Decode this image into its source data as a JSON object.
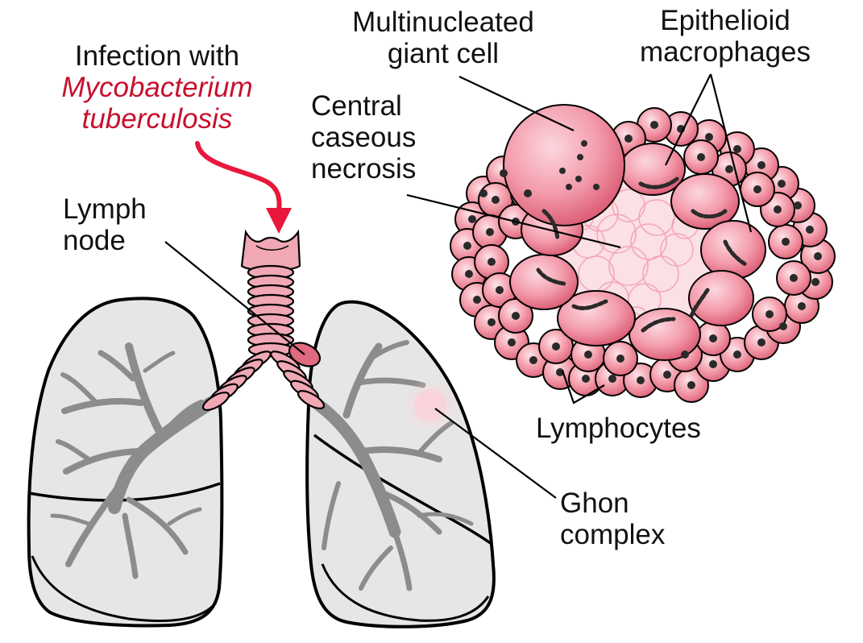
{
  "labels": {
    "infection": {
      "line1": "Infection with",
      "line2": "Mycobacterium",
      "line3": "tuberculosis"
    },
    "lymph_node": {
      "line1": "Lymph",
      "line2": "node"
    },
    "giant_cell": {
      "line1": "Multinucleated",
      "line2": "giant cell"
    },
    "epithelioid": {
      "line1": "Epithelioid",
      "line2": "macrophages"
    },
    "necrosis": {
      "line1": "Central",
      "line2": "caseous",
      "line3": "necrosis"
    },
    "lymphocytes": "Lymphocytes",
    "ghon": {
      "line1": "Ghon",
      "line2": "complex"
    }
  },
  "colors": {
    "infection_text": "#c8102e",
    "arrow": "#e8173b",
    "lung_fill": "#e6e6e6",
    "bronchi": "#8c8c8c",
    "trachea": "#f0a8b4",
    "cell_fill": "#f4a0ad",
    "cell_dark": "#e06a80",
    "nucleus": "#2a2a2a",
    "ghon_focus": "#fbd3da",
    "necrosis_fill": "#fbe0e5"
  }
}
